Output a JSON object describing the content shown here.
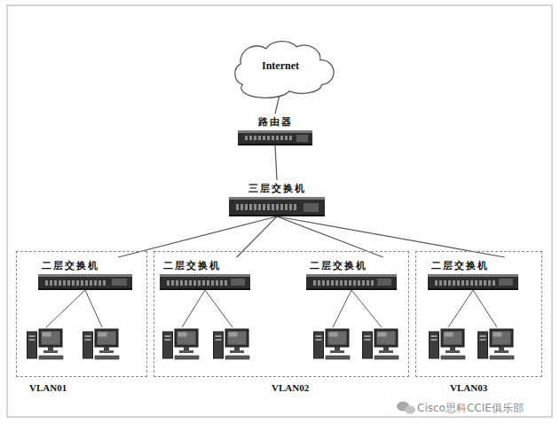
{
  "diagram": {
    "nodes": [
      {
        "text": [
          "Internet"
        ]
      },
      {
        "text": [
          "路由器"
        ]
      },
      {
        "text": [
          "三层交换机"
        ]
      },
      {
        "text": [
          "VLAN01"
        ]
      },
      {
        "text": [
          "二层交换机"
        ],
        "in": 3
      },
      {
        "text": [
          "VLAN02"
        ]
      },
      {
        "text": [
          "二层交换机"
        ],
        "in": 5
      },
      {
        "text": [
          "二层交换机"
        ],
        "in": 5
      },
      {
        "text": [
          "VLAN03"
        ]
      },
      {
        "text": [
          "二层交换机"
        ],
        "in": 8
      }
    ],
    "edges": [
      {
        "from": 0,
        "to": 1,
        "arrow": "none"
      },
      {
        "from": 1,
        "to": 2,
        "arrow": "none"
      },
      {
        "from": 2,
        "to": 4,
        "arrow": "none"
      },
      {
        "from": 2,
        "to": 6,
        "arrow": "none"
      },
      {
        "from": 2,
        "to": 7,
        "arrow": "none"
      },
      {
        "from": 2,
        "to": 9,
        "arrow": "none"
      }
    ],
    "labels": [
      "Cisco思科CCIE俱乐部"
    ]
  }
}
